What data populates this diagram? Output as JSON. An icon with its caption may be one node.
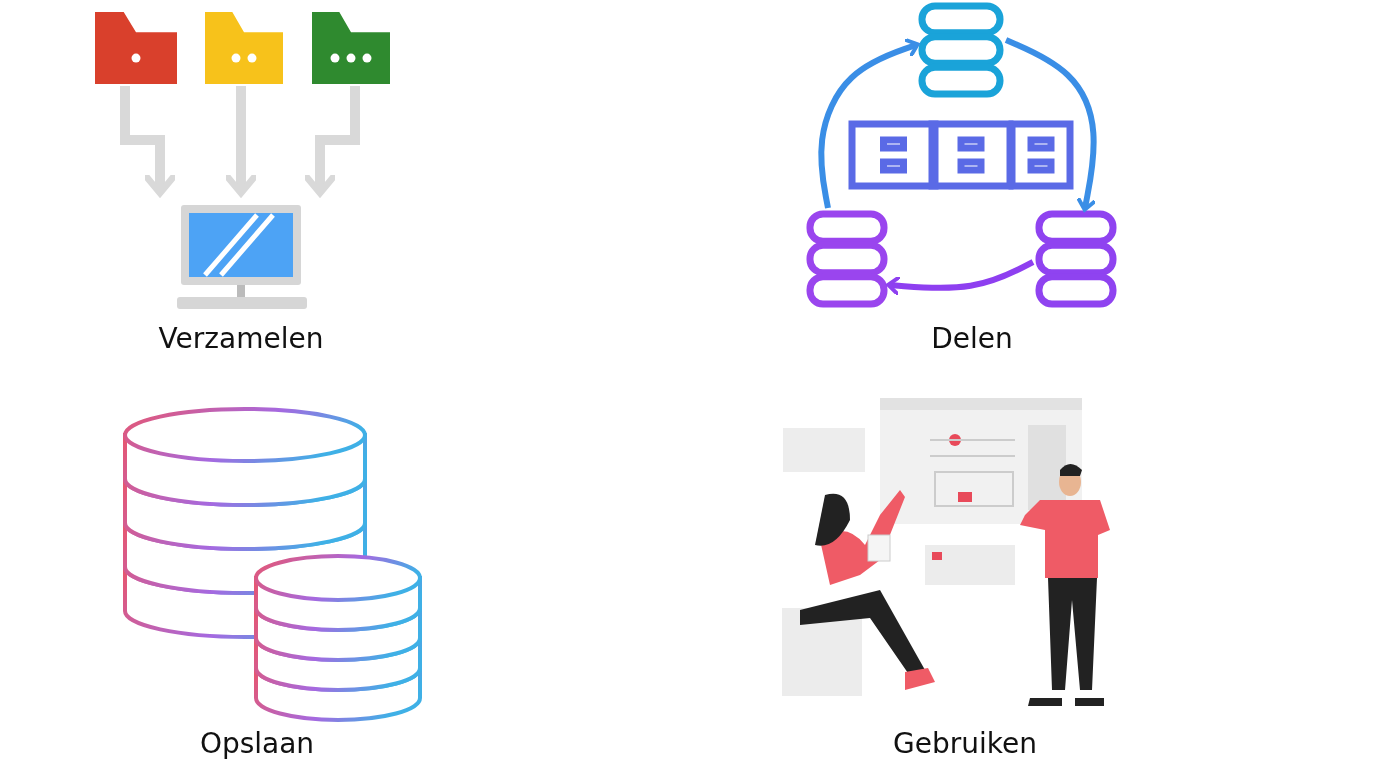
{
  "diagram": {
    "nodes": [
      {
        "text": [],
        "shape": "picture"
      },
      {
        "text": [],
        "shape": "picture"
      },
      {
        "text": [],
        "shape": "picture"
      },
      {
        "text": [],
        "shape": "picture"
      },
      {
        "text": [],
        "shape": "cylinder"
      },
      {
        "text": [],
        "shape": "cylinder"
      },
      {
        "text": [],
        "shape": "cylinder"
      }
    ],
    "edges": [
      {
        "from": 0,
        "to": 3,
        "arrow": "to",
        "color": "#d9d9d9"
      },
      {
        "from": 1,
        "to": 3,
        "arrow": "to",
        "color": "#d9d9d9"
      },
      {
        "from": 2,
        "to": 3,
        "arrow": "to",
        "color": "#d9d9d9"
      },
      {
        "from": 4,
        "to": 5,
        "arrow": "to",
        "color": "#3a8ee6"
      },
      {
        "from": 5,
        "to": 6,
        "arrow": "to",
        "color": "#8e3ff0"
      },
      {
        "from": 6,
        "to": 4,
        "arrow": "to",
        "color": "#3a8ee6"
      }
    ],
    "labels": [
      "Verzamelen",
      "Delen",
      "Opslaan",
      "Gebruiken"
    ]
  }
}
